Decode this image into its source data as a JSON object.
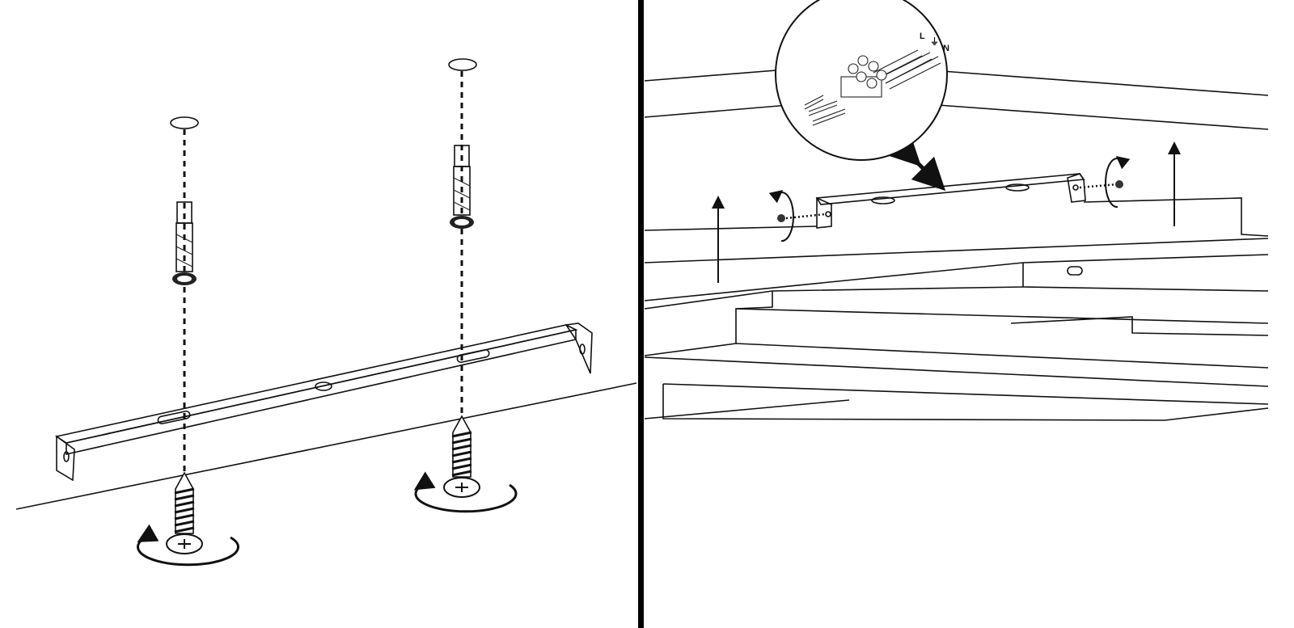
{
  "diagram": {
    "panels": [
      "wall-mount-step",
      "ceiling-mount-step"
    ],
    "terminal_labels": {
      "live": "L",
      "earth": "⏚",
      "neutral": "N"
    },
    "colors": {
      "line": "#111111",
      "background": "#ffffff"
    }
  }
}
